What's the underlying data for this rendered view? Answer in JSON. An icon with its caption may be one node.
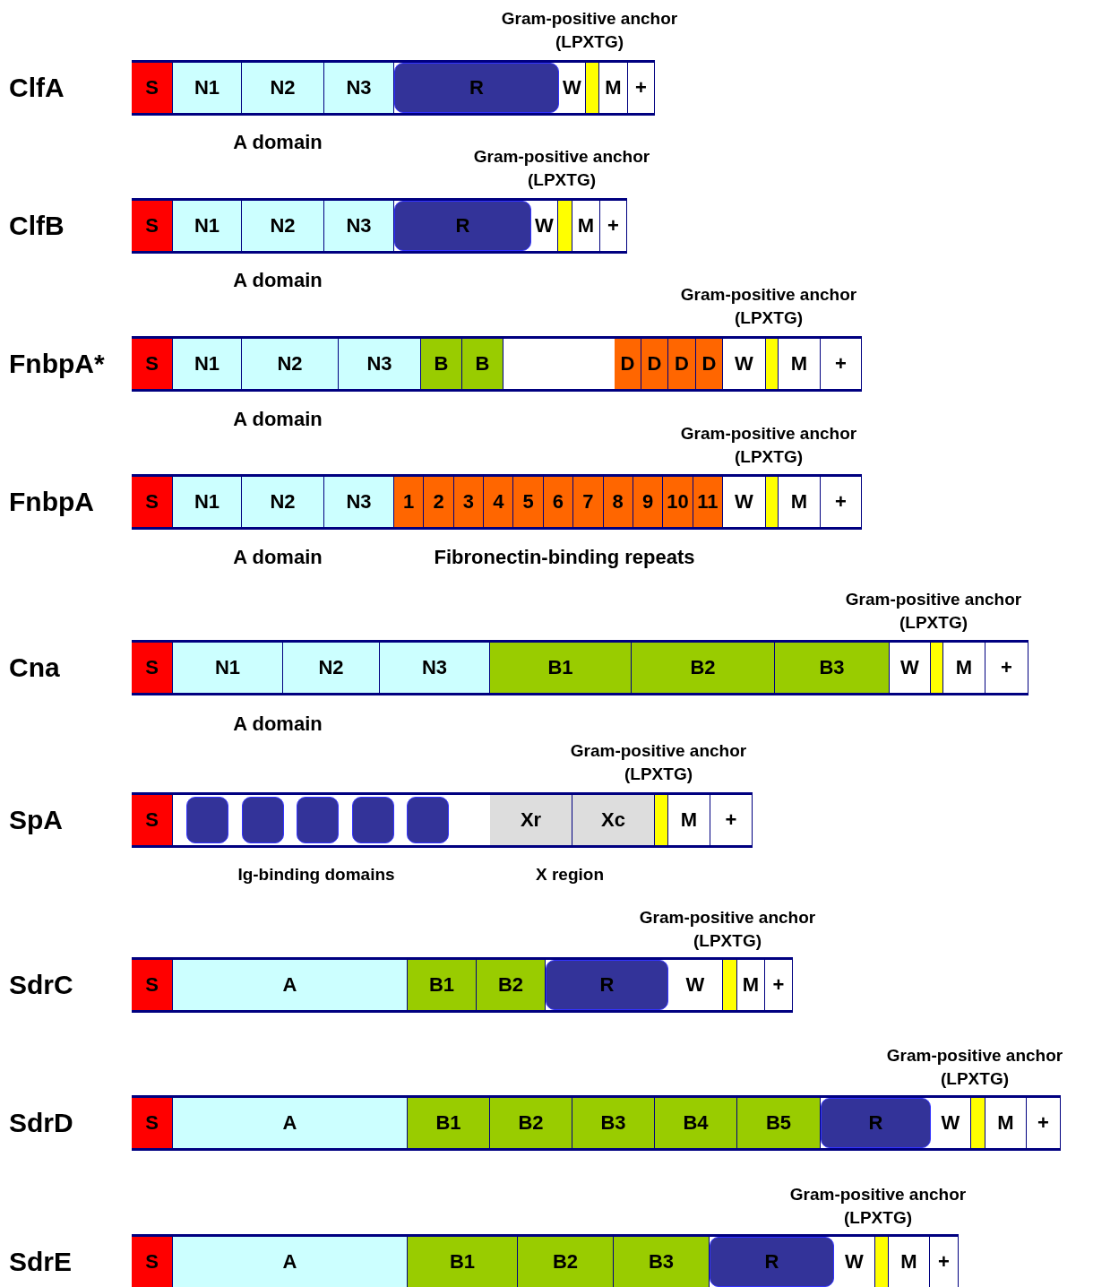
{
  "diagram": {
    "nodes": [
      {
        "text": [],
        "shape": "bar",
        "beside": [
          "ClfA"
        ]
      },
      {
        "text": [
          "S"
        ],
        "in": 0
      },
      {
        "text": [
          "N1"
        ],
        "in": 0
      },
      {
        "text": [
          "N2"
        ],
        "in": 0
      },
      {
        "text": [
          "N3"
        ],
        "in": 0
      },
      {
        "text": [
          "R"
        ],
        "in": 0
      },
      {
        "text": [
          "W"
        ],
        "in": 0
      },
      {
        "text": [],
        "shape": "bar",
        "in": 0
      },
      {
        "text": [
          "M"
        ],
        "in": 0
      },
      {
        "text": [
          "+"
        ],
        "in": 0
      },
      {
        "text": [],
        "shape": "bar",
        "beside": [
          "ClfB"
        ]
      },
      {
        "text": [
          "S"
        ],
        "in": 10
      },
      {
        "text": [
          "N1"
        ],
        "in": 10
      },
      {
        "text": [
          "N2"
        ],
        "in": 10
      },
      {
        "text": [
          "N3"
        ],
        "in": 10
      },
      {
        "text": [
          "R"
        ],
        "in": 10
      },
      {
        "text": [
          "W"
        ],
        "in": 10
      },
      {
        "text": [],
        "shape": "bar",
        "in": 10
      },
      {
        "text": [
          "M"
        ],
        "in": 10
      },
      {
        "text": [
          "+"
        ],
        "in": 10
      },
      {
        "text": [],
        "shape": "bar",
        "beside": [
          "FnbpA*"
        ]
      },
      {
        "text": [
          "S"
        ],
        "in": 20
      },
      {
        "text": [
          "N1"
        ],
        "in": 20
      },
      {
        "text": [
          "N2"
        ],
        "in": 20
      },
      {
        "text": [
          "N3"
        ],
        "in": 20
      },
      {
        "text": [
          "B"
        ],
        "in": 20
      },
      {
        "text": [
          "B"
        ],
        "in": 20
      },
      {
        "text": [
          "D"
        ],
        "in": 20
      },
      {
        "text": [
          "D"
        ],
        "in": 20
      },
      {
        "text": [
          "D"
        ],
        "in": 20
      },
      {
        "text": [
          "D"
        ],
        "in": 20
      },
      {
        "text": [
          "W"
        ],
        "in": 20
      },
      {
        "text": [],
        "shape": "bar",
        "in": 20
      },
      {
        "text": [
          "M"
        ],
        "in": 20
      },
      {
        "text": [
          "+"
        ],
        "in": 20
      },
      {
        "text": [],
        "shape": "bar",
        "beside": [
          "FnbpA"
        ]
      },
      {
        "text": [
          "S"
        ],
        "in": 35
      },
      {
        "text": [
          "N1"
        ],
        "in": 35
      },
      {
        "text": [
          "N2"
        ],
        "in": 35
      },
      {
        "text": [
          "N3"
        ],
        "in": 35
      },
      {
        "text": [
          "1"
        ],
        "in": 35
      },
      {
        "text": [
          "2"
        ],
        "in": 35
      },
      {
        "text": [
          "3"
        ],
        "in": 35
      },
      {
        "text": [
          "4"
        ],
        "in": 35
      },
      {
        "text": [
          "5"
        ],
        "in": 35
      },
      {
        "text": [
          "6"
        ],
        "in": 35
      },
      {
        "text": [
          "7"
        ],
        "in": 35
      },
      {
        "text": [
          "8"
        ],
        "in": 35
      },
      {
        "text": [
          "9"
        ],
        "in": 35
      },
      {
        "text": [
          "10"
        ],
        "in": 35
      },
      {
        "text": [
          "11"
        ],
        "in": 35
      },
      {
        "text": [
          "W"
        ],
        "in": 35
      },
      {
        "text": [],
        "shape": "bar",
        "in": 35
      },
      {
        "text": [
          "M"
        ],
        "in": 35
      },
      {
        "text": [
          "+"
        ],
        "in": 35
      },
      {
        "text": [],
        "shape": "bar",
        "beside": [
          "Cna"
        ]
      },
      {
        "text": [
          "S"
        ],
        "in": 55
      },
      {
        "text": [
          "N1"
        ],
        "in": 55
      },
      {
        "text": [
          "N2"
        ],
        "in": 55
      },
      {
        "text": [
          "N3"
        ],
        "in": 55
      },
      {
        "text": [
          "B1"
        ],
        "in": 55
      },
      {
        "text": [
          "B2"
        ],
        "in": 55
      },
      {
        "text": [
          "B3"
        ],
        "in": 55
      },
      {
        "text": [
          "W"
        ],
        "in": 55
      },
      {
        "text": [],
        "shape": "bar",
        "in": 55
      },
      {
        "text": [
          "M"
        ],
        "in": 55
      },
      {
        "text": [
          "+"
        ],
        "in": 55
      },
      {
        "text": [],
        "shape": "bar",
        "beside": [
          "SpA"
        ]
      },
      {
        "text": [
          "S"
        ],
        "in": 67
      },
      {
        "text": [],
        "shape": "box",
        "in": 67
      },
      {
        "text": [],
        "shape": "box",
        "in": 67
      },
      {
        "text": [],
        "shape": "box",
        "in": 67
      },
      {
        "text": [],
        "shape": "box",
        "in": 67
      },
      {
        "text": [],
        "shape": "box",
        "in": 67
      },
      {
        "text": [
          "Xr"
        ],
        "in": 67
      },
      {
        "text": [
          "Xc"
        ],
        "in": 67
      },
      {
        "text": [],
        "shape": "bar",
        "in": 67
      },
      {
        "text": [
          "M"
        ],
        "in": 67
      },
      {
        "text": [
          "+"
        ],
        "in": 67
      },
      {
        "text": [],
        "shape": "bar",
        "beside": [
          "SdrC"
        ]
      },
      {
        "text": [
          "S"
        ],
        "in": 79
      },
      {
        "text": [
          "A"
        ],
        "in": 79
      },
      {
        "text": [
          "B1"
        ],
        "in": 79
      },
      {
        "text": [
          "B2"
        ],
        "in": 79
      },
      {
        "text": [
          "R"
        ],
        "in": 79
      },
      {
        "text": [
          "W"
        ],
        "in": 79
      },
      {
        "text": [],
        "shape": "bar",
        "in": 79
      },
      {
        "text": [
          "M"
        ],
        "in": 79
      },
      {
        "text": [
          "+"
        ],
        "in": 79
      },
      {
        "text": [],
        "shape": "bar",
        "beside": [
          "SdrD"
        ]
      },
      {
        "text": [
          "S"
        ],
        "in": 89
      },
      {
        "text": [
          "A"
        ],
        "in": 89
      },
      {
        "text": [
          "B1"
        ],
        "in": 89
      },
      {
        "text": [
          "B2"
        ],
        "in": 89
      },
      {
        "text": [
          "B3"
        ],
        "in": 89
      },
      {
        "text": [
          "B4"
        ],
        "in": 89
      },
      {
        "text": [
          "B5"
        ],
        "in": 89
      },
      {
        "text": [
          "R"
        ],
        "in": 89
      },
      {
        "text": [
          "W"
        ],
        "in": 89
      },
      {
        "text": [],
        "shape": "bar",
        "in": 89
      },
      {
        "text": [
          "M"
        ],
        "in": 89
      },
      {
        "text": [
          "+"
        ],
        "in": 89
      },
      {
        "text": [],
        "shape": "bar",
        "beside": [
          "SdrE"
        ]
      },
      {
        "text": [
          "S"
        ],
        "in": 102
      },
      {
        "text": [
          "A"
        ],
        "in": 102
      },
      {
        "text": [
          "B1"
        ],
        "in": 102
      },
      {
        "text": [
          "B2"
        ],
        "in": 102
      },
      {
        "text": [
          "B3"
        ],
        "in": 102
      },
      {
        "text": [
          "R"
        ],
        "in": 102
      },
      {
        "text": [
          "W"
        ],
        "in": 102
      },
      {
        "text": [],
        "shape": "bar",
        "in": 102
      },
      {
        "text": [
          "M"
        ],
        "in": 102
      },
      {
        "text": [
          "+"
        ],
        "in": 102
      }
    ],
    "labels": [
      "Gram-positive anchor (LPXTG)",
      "A domain",
      "Gram-positive anchor (LPXTG)",
      "A domain",
      "Gram-positive anchor (LPXTG)",
      "A domain",
      "Gram-positive anchor (LPXTG)",
      "A domain",
      "Fibronectin-binding repeats",
      "Gram-positive anchor (LPXTG)",
      "A domain",
      "Gram-positive anchor (LPXTG)",
      "Ig-binding domains",
      "X region",
      "Gram-positive anchor (LPXTG)",
      "Gram-positive anchor (LPXTG)",
      "Gram-positive anchor (LPXTG)"
    ]
  }
}
